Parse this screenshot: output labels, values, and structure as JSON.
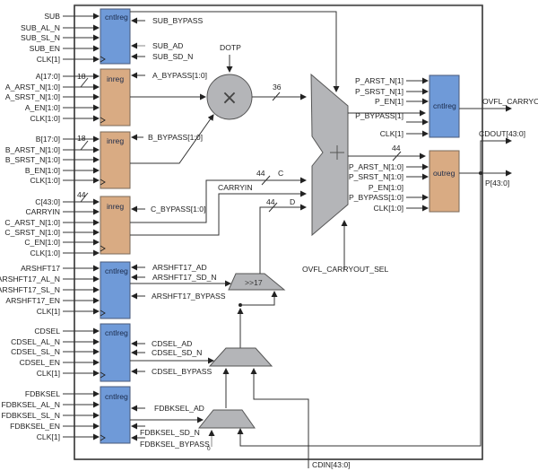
{
  "diagram": {
    "title": "",
    "colors": {
      "cntlreg": "#6f9ad8",
      "inreg": "#d9ab83",
      "operator": "#b4b5b8"
    },
    "blocks": {
      "sub_reg": "cntlreg",
      "a_reg": "inreg",
      "b_reg": "inreg",
      "c_reg": "inreg",
      "arshft_reg": "cntlreg",
      "cdsel_reg": "cntlreg",
      "fdbksel_reg": "cntlreg",
      "p_cntl_reg": "cntlreg",
      "p_out_reg": "outreg",
      "shift": ">>17",
      "multiplier": "×",
      "adder": "+"
    },
    "left_inputs": {
      "sub": [
        "SUB",
        "SUB_AL_N",
        "SUB_SL_N",
        "SUB_EN",
        "CLK[1]"
      ],
      "a": [
        "A[17:0]",
        "A_ARST_N[1:0]",
        "A_SRST_N[1:0]",
        "A_EN[1:0]",
        "CLK[1:0]"
      ],
      "b": [
        "B[17:0]",
        "B_ARST_N[1:0]",
        "B_SRST_N[1:0]",
        "B_EN[1:0]",
        "CLK[1:0]"
      ],
      "c": [
        "C[43:0]",
        "CARRYIN",
        "C_ARST_N[1:0]",
        "C_SRST_N[1:0]",
        "C_EN[1:0]",
        "CLK[1:0]"
      ],
      "arshft": [
        "ARSHFT17",
        "ARSHFT17_AL_N",
        "ARSHFT17_SL_N",
        "ARSHFT17_EN",
        "CLK[1]"
      ],
      "cdsel": [
        "CDSEL",
        "CDSEL_AL_N",
        "CDSEL_SL_N",
        "CDSEL_EN",
        "CLK[1]"
      ],
      "fdbksel": [
        "FDBKSEL",
        "FDBKSEL_AL_N",
        "FDBKSEL_SL_N",
        "FDBKSEL_EN",
        "CLK[1]"
      ]
    },
    "bus_widths": {
      "a": "18",
      "b": "18",
      "c": "44",
      "mult_out": "36",
      "c_path": "44",
      "d_path": "44",
      "adder_out": "44"
    },
    "inner_labels": {
      "sub_bypass": "SUB_BYPASS",
      "sub_ad": "SUB_AD",
      "sub_sd_n": "SUB_SD_N",
      "a_bypass": "A_BYPASS[1:0]",
      "b_bypass": "B_BYPASS[1:0]",
      "c_bypass": "C_BYPASS[1:0]",
      "dotp": "DOTP",
      "c_wire": "C",
      "carryin_wire": "CARRYIN",
      "d_wire": "D",
      "arshft_ad": "ARSHFT17_AD",
      "arshft_sd_n": "ARSHFT17_SD_N",
      "arshft_bypass": "ARSHFT17_BYPASS",
      "cdsel_ad": "CDSEL_AD",
      "cdsel_sd_n": "CDSEL_SD_N",
      "cdsel_bypass": "CDSEL_BYPASS",
      "fdbksel_ad": "FDBKSEL_AD",
      "fdbksel_sd_n": "FDBKSEL_SD_N",
      "fdbksel_bypass": "FDBKSEL_BYPASS",
      "zero": "0",
      "ovfl_carryout_sel": "OVFL_CARRYOUT_SEL"
    },
    "p_cntl_inputs": [
      "P_ARST_N[1]",
      "P_SRST_N[1]",
      "P_EN[1]",
      "P_BYPASS[1]",
      "CLK[1]"
    ],
    "p_out_inputs": [
      "P_ARST_N[1:0]",
      "P_SRST_N[1:0]",
      "P_EN[1:0]",
      "P_BYPASS[1:0]",
      "CLK[1:0]"
    ],
    "outputs": {
      "ovfl_carryout": "OVFL_CARRYOUT",
      "cdout": "CDOUT[43:0]",
      "p": "P[43:0]",
      "cdin": "CDIN[43:0]"
    }
  }
}
